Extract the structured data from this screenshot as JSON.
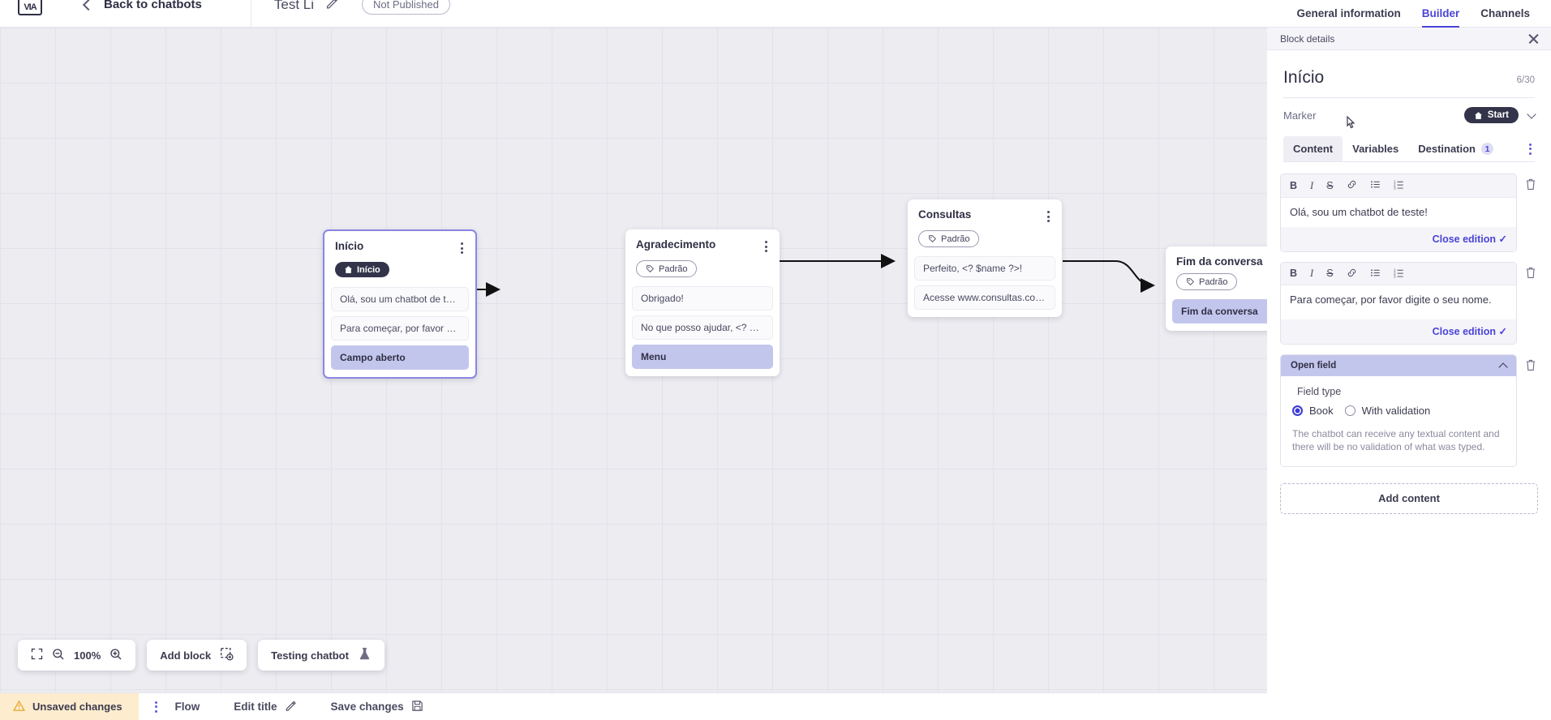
{
  "topbar": {
    "logo_text": "VIA",
    "back_label": "Back to chatbots",
    "bot_title": "Test Li",
    "publish_status": "Not Published",
    "icons": {
      "back": "chevron-left-icon",
      "edit": "pencil-icon",
      "logo": "app-logo"
    }
  },
  "canvas": {
    "zoom_level": "100%",
    "nodes": [
      {
        "title": "Início",
        "tag": "Início",
        "tag_style": "start",
        "selected": true,
        "chips": [
          {
            "text": "Olá, sou um chatbot de teste!",
            "highlight": false
          },
          {
            "text": "Para começar, por favor digite o ...",
            "highlight": false
          },
          {
            "text": "Campo aberto",
            "highlight": true
          }
        ]
      },
      {
        "title": "Agradecimento",
        "tag": "Padrão",
        "tag_style": "padrao",
        "selected": false,
        "chips": [
          {
            "text": "Obrigado!",
            "highlight": false
          },
          {
            "text": "No que posso ajudar, <? $name ...",
            "highlight": false
          },
          {
            "text": "Menu",
            "highlight": true
          }
        ]
      },
      {
        "title": "Consultas",
        "tag": "Padrão",
        "tag_style": "padrao",
        "selected": false,
        "chips": [
          {
            "text": "Perfeito, <? $name ?>!",
            "highlight": false
          },
          {
            "text": "Acesse www.consultas.com par...",
            "highlight": false
          }
        ]
      },
      {
        "title": "Fim da conversa",
        "tag": "Padrão",
        "tag_style": "padrao",
        "selected": false,
        "chips": [
          {
            "text": "Fim da conversa",
            "highlight": true
          }
        ]
      }
    ],
    "toolbar": {
      "fit_icon": "fit-screen-icon",
      "zoom_out_icon": "zoom-out-icon",
      "zoom_in_icon": "zoom-in-icon",
      "add_block_label": "Add block",
      "add_block_icon": "add-block-icon",
      "testing_label": "Testing chatbot",
      "testing_icon": "flask-icon"
    }
  },
  "statusbar": {
    "unsaved_label": "Unsaved changes",
    "warning_icon": "warning-triangle-icon",
    "flow_label": "Flow",
    "edit_title_label": "Edit title",
    "edit_title_icon": "pencil-icon",
    "save_label": "Save changes",
    "save_icon": "save-disk-icon"
  },
  "right_panel": {
    "top_tabs": [
      {
        "label": "General information",
        "active": false
      },
      {
        "label": "Builder",
        "active": true
      },
      {
        "label": "Channels",
        "active": false
      }
    ],
    "block_details_label": "Block details",
    "close_icon": "close-icon",
    "block_title": "Início",
    "char_counter": "6/30",
    "marker_label": "Marker",
    "marker_value": "Start",
    "marker_icon": "home-icon",
    "marker_chevron": "chevron-down-icon",
    "content_tabs": [
      {
        "label": "Content",
        "active": true,
        "badge": null
      },
      {
        "label": "Variables",
        "active": false,
        "badge": null
      },
      {
        "label": "Destination",
        "active": false,
        "badge": "1"
      }
    ],
    "overflow_icon": "kebab-menu-icon",
    "editor_toolbar": [
      {
        "name": "bold-icon",
        "glyph": "B"
      },
      {
        "name": "italic-icon",
        "glyph": "I"
      },
      {
        "name": "strikethrough-icon",
        "glyph": "S"
      },
      {
        "name": "link-icon",
        "glyph": "🔗"
      },
      {
        "name": "bullet-list-icon",
        "glyph": "☰"
      },
      {
        "name": "numbered-list-icon",
        "glyph": "☰"
      }
    ],
    "editors": [
      {
        "text": "Olá, sou um chatbot de teste!",
        "close_label": "Close edition"
      },
      {
        "text": "Para começar, por favor digite o seu nome.",
        "close_label": "Close edition"
      }
    ],
    "open_field": {
      "header": "Open field",
      "field_type_label": "Field type",
      "options": [
        {
          "label": "Book",
          "selected": true
        },
        {
          "label": "With validation",
          "selected": false
        }
      ],
      "help_text": "The chatbot can receive any textual content and there will be no validation of what was typed."
    },
    "add_content_label": "Add content"
  },
  "colors": {
    "accent": "#4b44d6",
    "highlight": "#c3c6ec",
    "dark_pill": "#33334a",
    "warning_bg": "#fdeccd"
  }
}
